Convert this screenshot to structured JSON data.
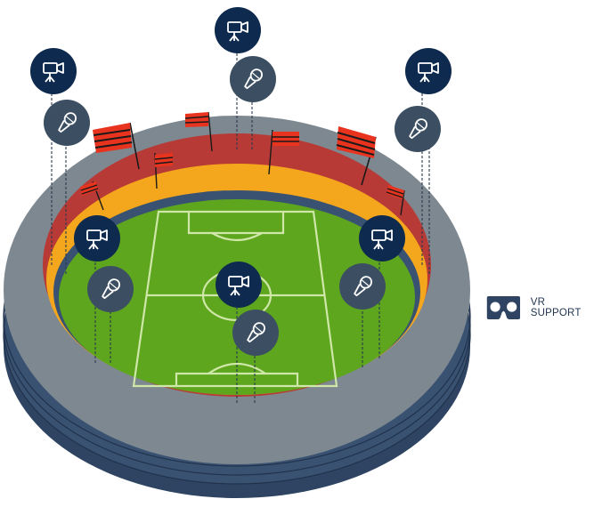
{
  "vr": {
    "label": "VR SUPPORT",
    "icon": "vr-headset-icon"
  },
  "colors": {
    "pitch": "#5ea61e",
    "stand_red": "#b83a36",
    "stand_orange": "#f4a61c",
    "outer_ring": "#7e8890",
    "base": "#3a5272",
    "camera_marker": "#0e2a4e",
    "mic_marker": "#3c4f62",
    "flag_red": "#e8331e"
  },
  "markers": [
    {
      "type": "camera",
      "icon": "video-camera-icon"
    },
    {
      "type": "microphone",
      "icon": "microphone-icon"
    }
  ]
}
